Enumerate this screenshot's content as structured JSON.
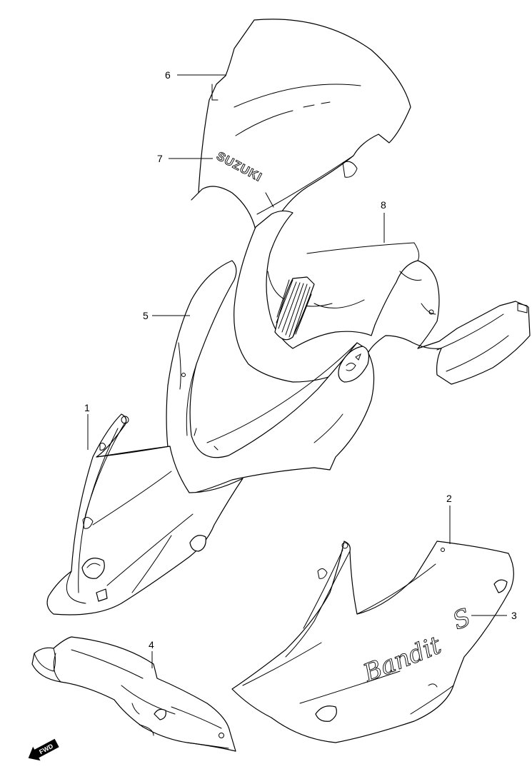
{
  "callouts": [
    {
      "number": "1",
      "part": "lower-cowling-left"
    },
    {
      "number": "2",
      "part": "lower-cowling-right"
    },
    {
      "number": "3",
      "part": "emblem-bandit-s"
    },
    {
      "number": "4",
      "part": "under-cowling"
    },
    {
      "number": "5",
      "part": "headlight-cowling"
    },
    {
      "number": "6",
      "part": "windscreen"
    },
    {
      "number": "7",
      "part": "emblem-suzuki"
    },
    {
      "number": "8",
      "part": "inner-cowling"
    }
  ],
  "emblems": {
    "suzuki": "SUZUKI",
    "bandit": "Bandit",
    "bandit_s": "S"
  },
  "fwd_label": "FWD",
  "colors": {
    "line": "#000000",
    "fill": "#ffffff"
  }
}
